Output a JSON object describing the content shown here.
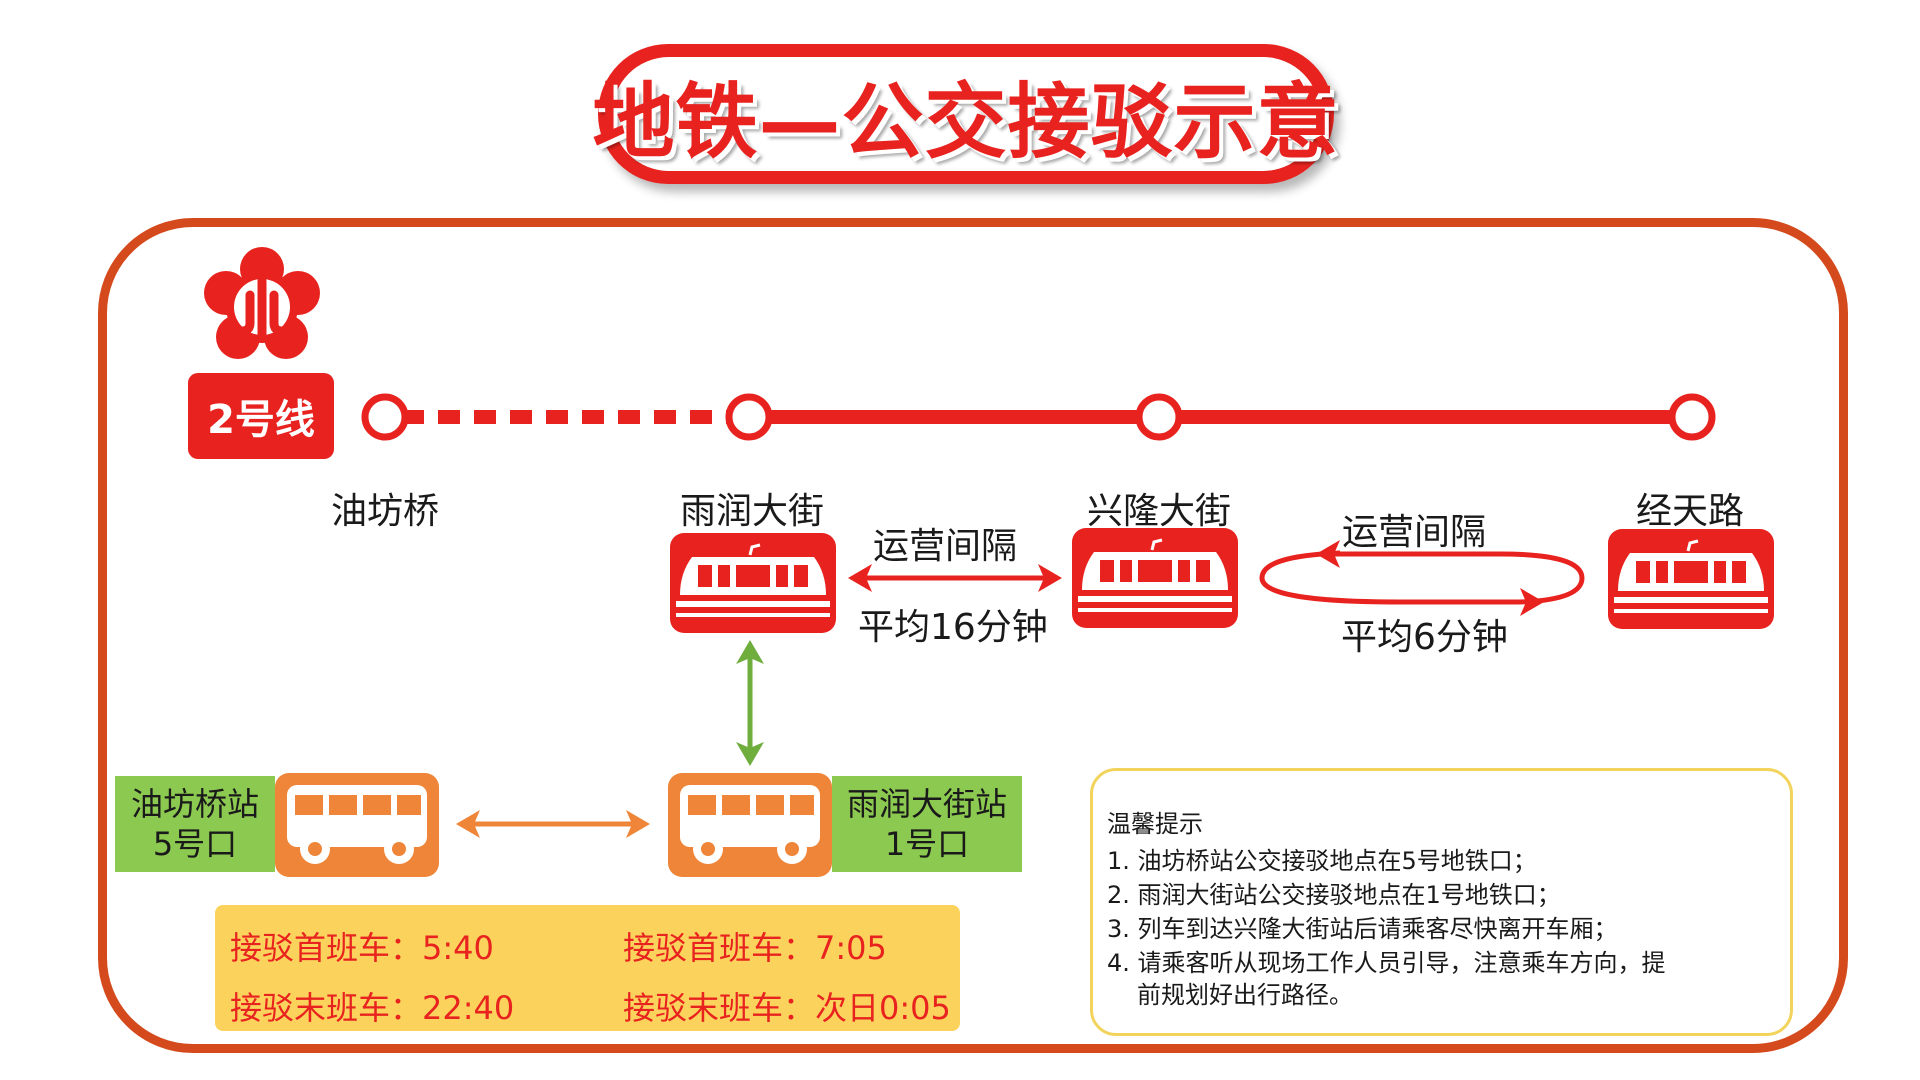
{
  "title": "地铁—公交接驳示意",
  "line": {
    "badge": "2号线",
    "color": "#e8231f",
    "stations": [
      {
        "name": "油坊桥",
        "segment_before": ""
      },
      {
        "name": "雨润大街",
        "segment_before": "dashed"
      },
      {
        "name": "兴隆大街",
        "segment_before": "solid"
      },
      {
        "name": "经天路",
        "segment_before": "solid"
      }
    ]
  },
  "intervals": {
    "left": {
      "label": "运营间隔",
      "value": "平均16分钟"
    },
    "right": {
      "label": "运营间隔",
      "value": "平均6分钟"
    }
  },
  "bus_stops": [
    {
      "line1": "油坊桥站",
      "line2": "5号口"
    },
    {
      "line1": "雨润大街站",
      "line2": "1号口"
    }
  ],
  "schedule": {
    "left_first": "接驳首班车：5:40",
    "left_last": "接驳末班车：22:40",
    "right_first": "接驳首班车：7:05",
    "right_last": "接驳末班车：次日0:05"
  },
  "tips": {
    "title": "温馨提示",
    "items": [
      "1. 油坊桥站公交接驳地点在5号地铁口；",
      "2. 雨润大街站公交接驳地点在1号地铁口；",
      "3. 列车到达兴隆大街站后请乘客尽快离开车厢；",
      "4. 请乘客听从现场工作人员引导，注意乘车方向，提"
    ],
    "item4_cont": "前规划好出行路径。"
  },
  "colors": {
    "metro_red": "#e8231f",
    "frame": "#d44a1c",
    "bus_orange": "#ee8538",
    "green_label": "#8cc950",
    "green_arrow": "#6fad3d",
    "yellow_panel": "#fbd35c",
    "tips_border": "#f2d45c"
  },
  "icons": {
    "logo": "nanjing-metro-logo-icon",
    "train": "metro-train-icon",
    "bus": "bus-icon"
  }
}
